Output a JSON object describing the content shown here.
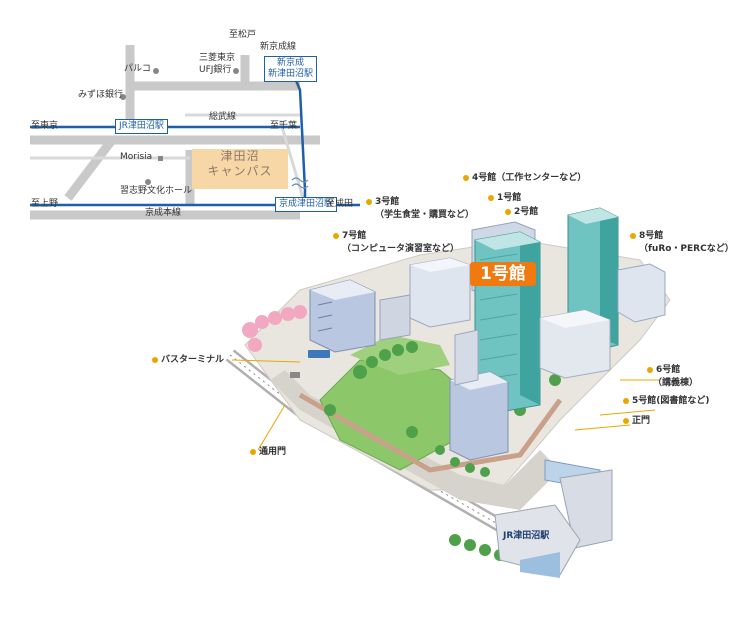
{
  "access_map": {
    "to_matsudo": "至松戸",
    "shin_keisei_line": "新京成線",
    "mufg_bank": "三菱東京\nUFJ銀行",
    "parco": "パルコ",
    "mizuho_bank": "みずほ銀行",
    "to_tokyo": "至東京",
    "jr_tsudanuma_station": "JR津田沼駅",
    "sobu_line": "総武線",
    "to_chiba": "至千葉",
    "shin_tsudanuma_station": "新京成\n新津田沼駅",
    "morisia": "Morisia",
    "campus_line1": "津田沼",
    "campus_line2": "キャンパス",
    "narashino_hall": "習志野文化ホール",
    "to_ueno": "至上野",
    "keisei_tsudanuma_station": "京成津田沼駅",
    "to_narita": "至成田",
    "keisei_line": "京成本線"
  },
  "campus_map": {
    "building4": "4号館（工作センターなど）",
    "building3_title": "3号館",
    "building3_sub": "（学生食堂・購買など）",
    "building1": "1号館",
    "building2": "2号館",
    "building7_title": "7号館",
    "building7_sub": "（コンピュータ演習室など）",
    "building8_title": "8号館",
    "building8_sub": "（fuRo・PERCなど）",
    "highlight_label": "1号館",
    "bus_terminal": "バスターミナル",
    "building6_title": "6号館",
    "building6_sub": "（講義棟）",
    "building5": "5号館(図書館など)",
    "main_gate": "正門",
    "side_gate": "通用門",
    "jr_station_entrance": "JR津田沼駅"
  },
  "colors": {
    "rail_blue": "#1f5ea8",
    "road_gray": "#c9c9c9",
    "campus_fill": "#f8d7a6",
    "callout_orange": "#f07a10",
    "label_dot": "#e8a800",
    "grass": "#8cc86a",
    "tower_teal": "#6fc3c0"
  }
}
